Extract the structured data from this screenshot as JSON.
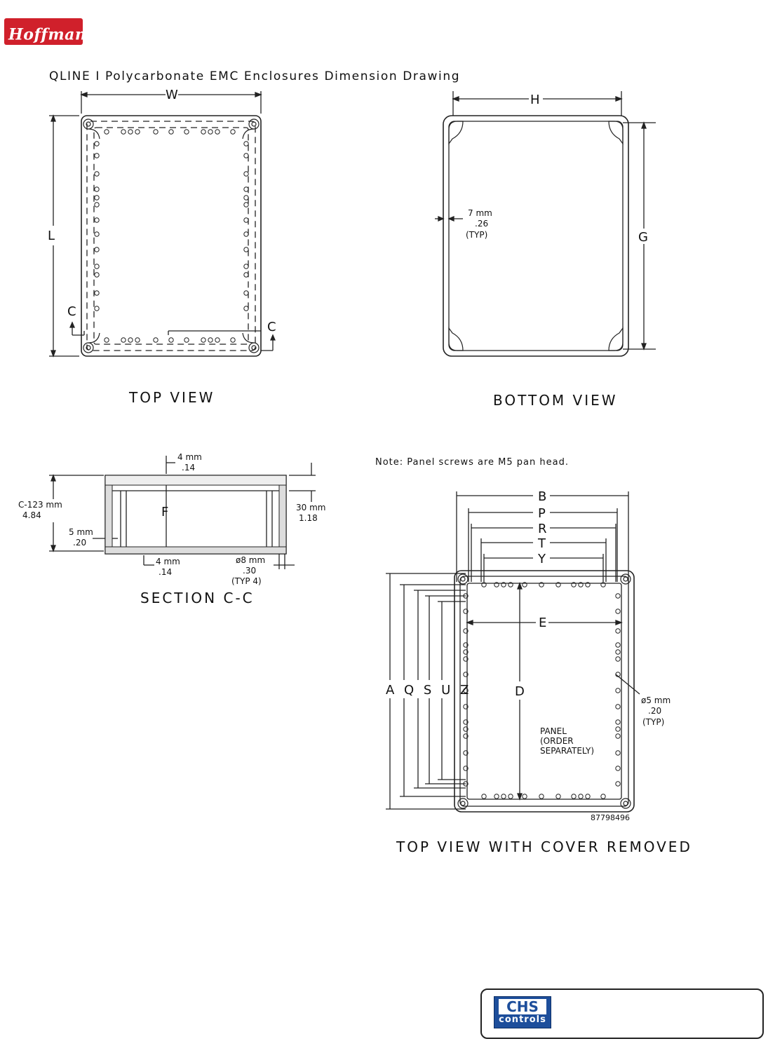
{
  "brand": {
    "name": "Hoffman",
    "mark": "®"
  },
  "title": "QLINE I Polycarbonate EMC Enclosures Dimension Drawing",
  "top_view": {
    "label": "TOP VIEW",
    "dims": {
      "width": "W",
      "length": "L",
      "section_left": "C",
      "section_right": "C"
    }
  },
  "bottom_view": {
    "label": "BOTTOM VIEW",
    "dims": {
      "width": "H",
      "height": "G"
    },
    "wall": {
      "mm": "7 mm",
      "in": ".26",
      "note": "(TYP)"
    }
  },
  "section": {
    "label": "SECTION C-C",
    "top_wall": {
      "mm": "4 mm",
      "in": ".14"
    },
    "height": {
      "mm": "C-123 mm",
      "in": "4.84"
    },
    "side_wall": {
      "mm": "5 mm",
      "in": ".20"
    },
    "depth_label": "F",
    "bottom_wall": {
      "mm": "4 mm",
      "in": ".14"
    },
    "cover": {
      "mm": "30 mm",
      "in": "1.18"
    },
    "hole": {
      "mm": "ø8 mm",
      "in": ".30",
      "note": "(TYP 4)"
    }
  },
  "note": "Note: Panel screws are M5 pan head.",
  "cover_removed_view": {
    "label": "TOP VIEW WITH COVER REMOVED",
    "dims": {
      "b": "B",
      "p": "P",
      "r": "R",
      "t": "T",
      "y": "Y",
      "e": "E",
      "d": "D",
      "vertical": "A Q S U Z"
    },
    "hole": {
      "mm": "ø5 mm",
      "in": ".20",
      "note": "(TYP)"
    },
    "panel": {
      "line1": "PANEL",
      "line2": "(ORDER",
      "line3": "SEPARATELY)"
    },
    "part_number": "87798496"
  },
  "footer": {
    "logo_top": "CHS",
    "logo_bottom": "controls"
  }
}
